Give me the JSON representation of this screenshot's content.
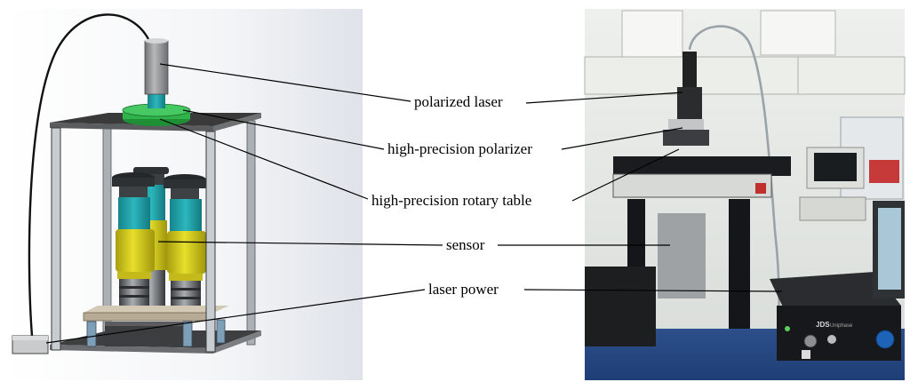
{
  "labels": {
    "polarized_laser": "polarized laser",
    "polarizer": "high-precision polarizer",
    "rotary_table": "high-precision rotary table",
    "sensor": "sensor",
    "laser_power": "laser power"
  },
  "laser_power_panel": {
    "brand": "JDS",
    "subtitle": "Uniphase"
  },
  "colors": {
    "frame": "#c8cdd2",
    "frame_edge": "#3a3a3a",
    "laser": "#9a9c9e",
    "laser_tip": "#2aa7a7",
    "polarizer": "#2fb34a",
    "sensor_yellow": "#d9cf1a",
    "sensor_teal": "#24a6ad",
    "sensor_dark": "#2e3134",
    "bench": "#1b1c1f",
    "power_supply": "#16181b",
    "knob_blue": "#1d63b8"
  }
}
